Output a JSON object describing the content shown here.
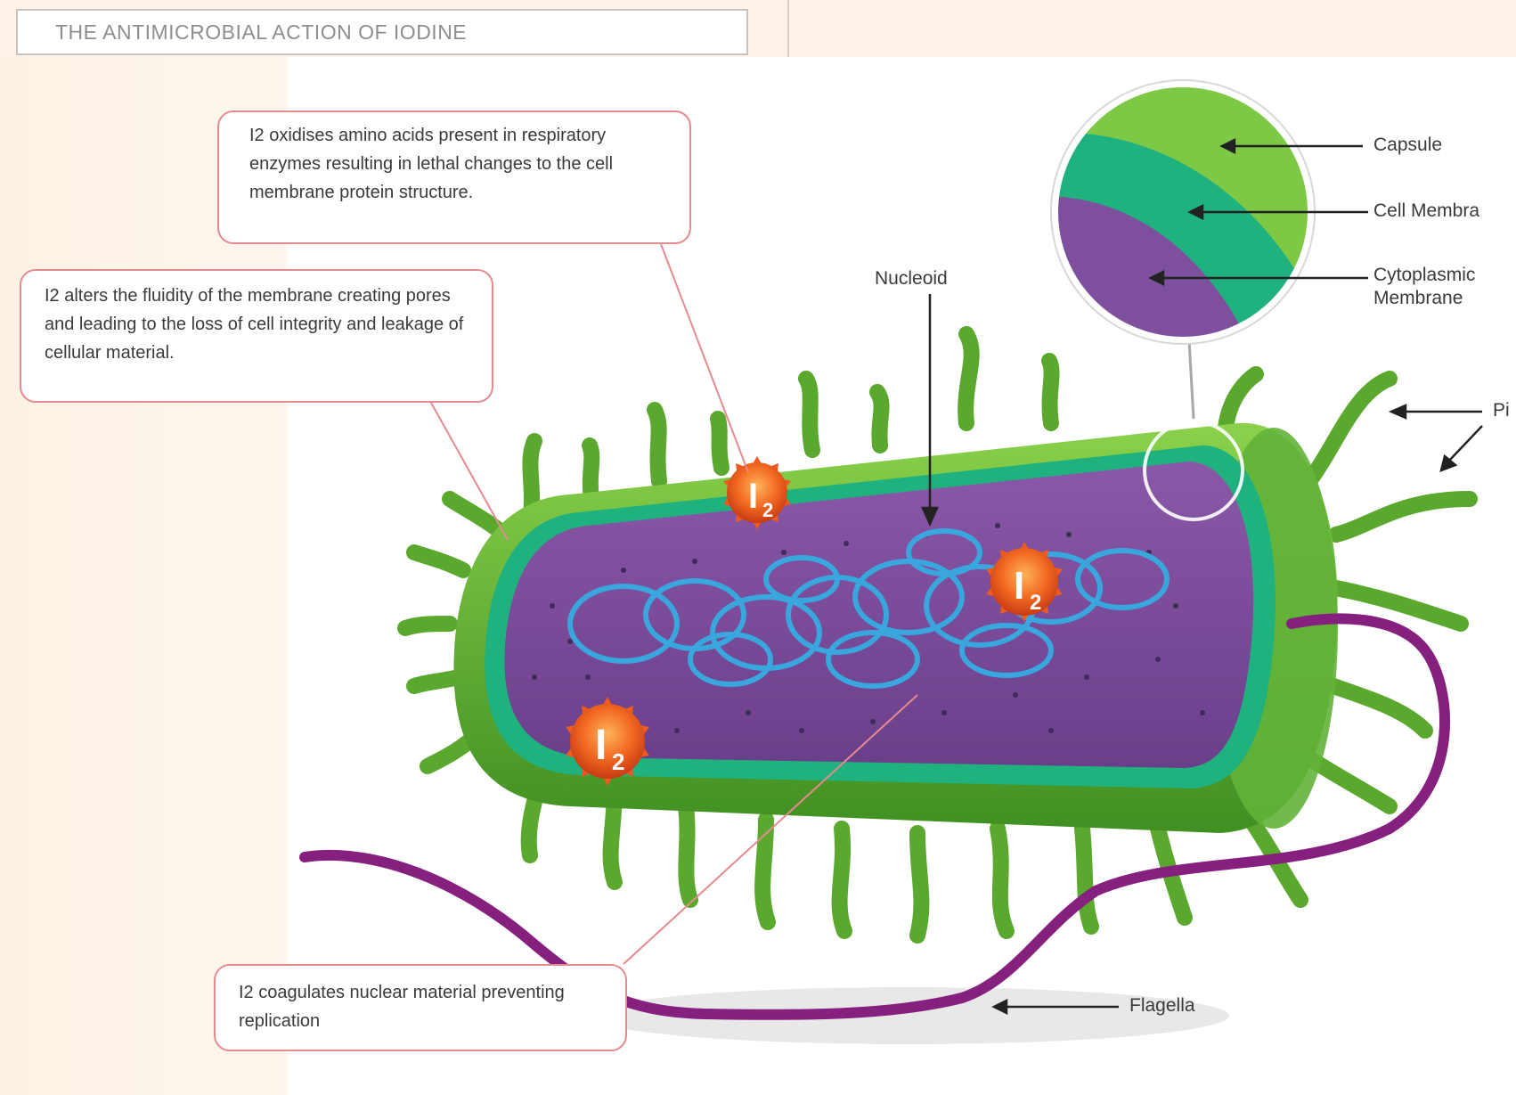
{
  "title": "THE ANTIMICROBIAL ACTION OF IODINE",
  "callouts": {
    "oxidises": "I2 oxidises amino acids present in respiratory enzymes resulting in lethal changes to the cell membrane protein structure.",
    "fluidity": "I2 alters the fluidity of the membrane creating pores and leading to the loss of cell integrity and leakage of cellular material.",
    "coagulates": "I2 coagulates nuclear material preventing replication"
  },
  "labels": {
    "nucleoid": "Nucleoid",
    "capsule": "Capsule",
    "cell_membrane": "Cell Membra",
    "cytoplasmic_1": "Cytoplasmic",
    "cytoplasmic_2": "Membrane",
    "pili": "Pi",
    "flagella": "Flagella"
  },
  "iodine_marker": {
    "letter": "I",
    "subscript": "2"
  },
  "colors": {
    "callout_border": "#e58a8f",
    "capsule_green": "#6cbf3a",
    "membrane_teal": "#1fb27e",
    "cytoplasm_purple": "#7d4f9c",
    "dna_blue": "#3aa6de",
    "flagella_purple": "#86207f",
    "iodine_orange": "#ef5a1e"
  }
}
